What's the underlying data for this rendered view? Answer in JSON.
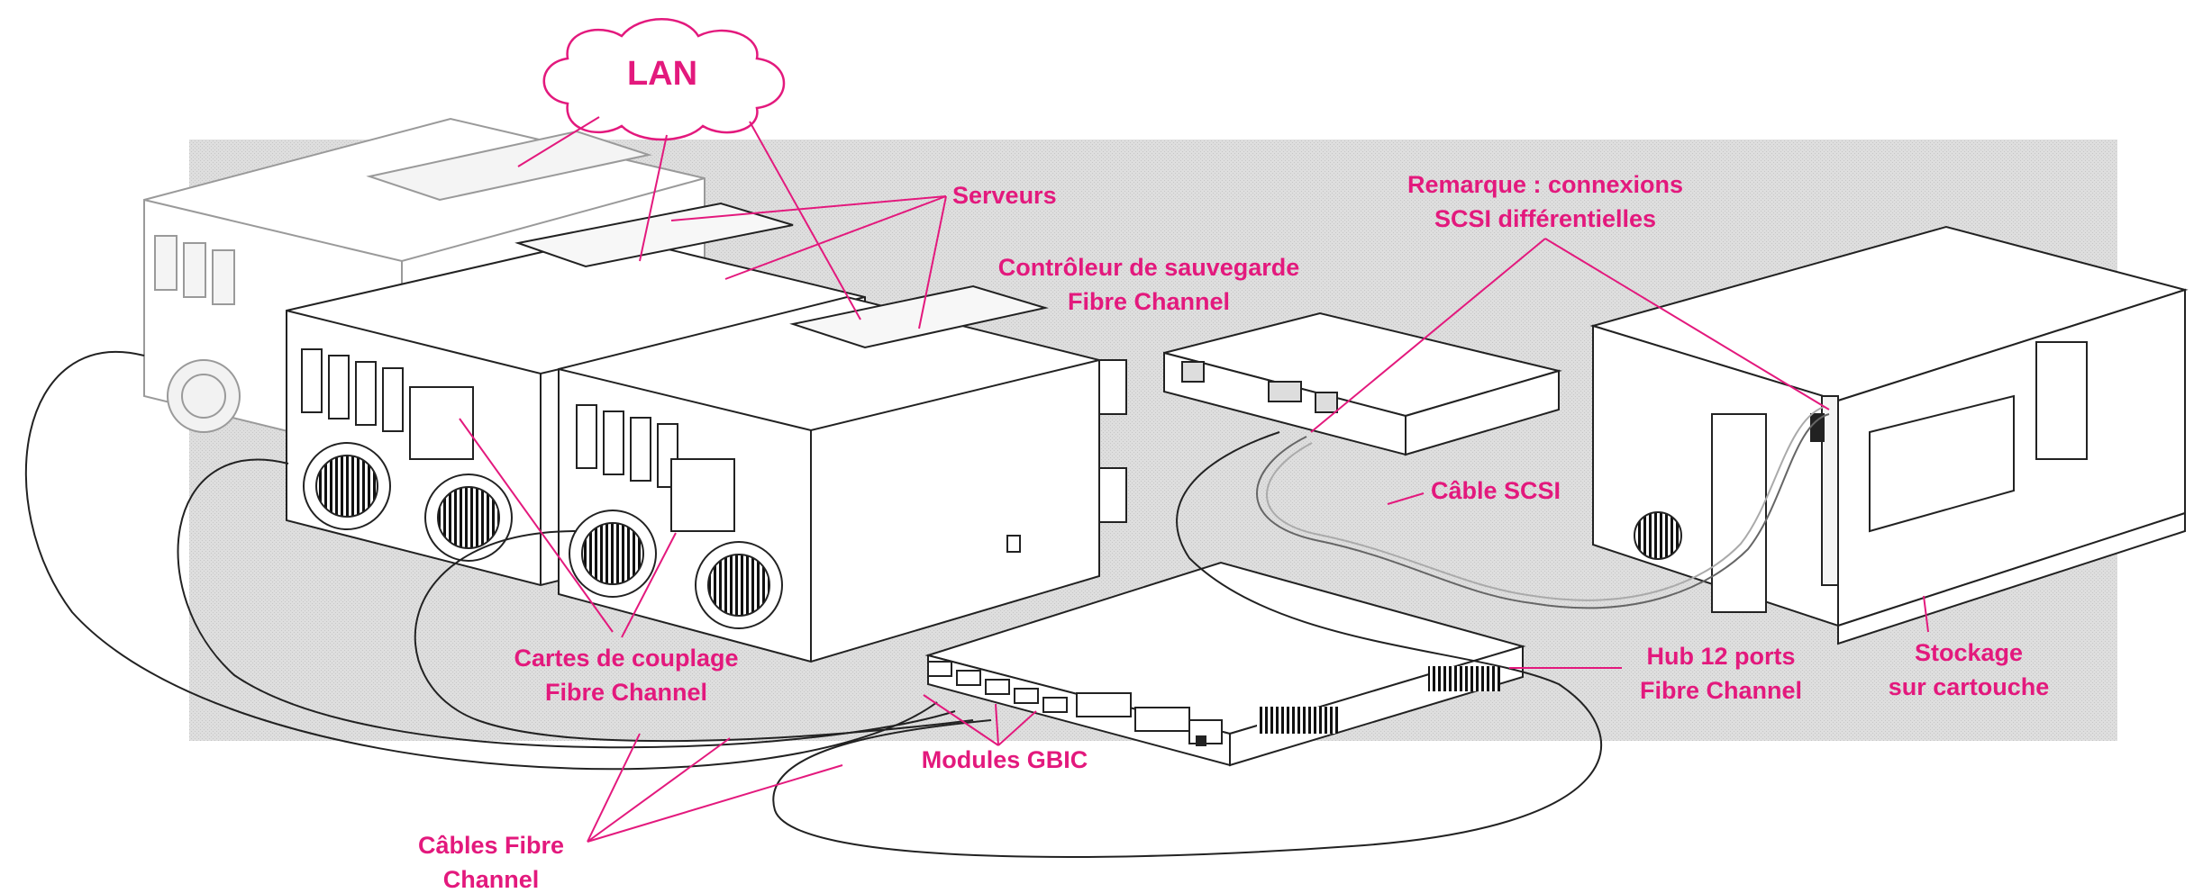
{
  "labels": {
    "lan": "LAN",
    "servers": "Serveurs",
    "note_line1": "Remarque : connexions",
    "note_line2": "SCSI différentielles",
    "backup_controller_line1": "Contrôleur de sauvegarde",
    "backup_controller_line2": "Fibre Channel",
    "scsi_cable": "Câble SCSI",
    "adapter_cards_line1": "Cartes de couplage",
    "adapter_cards_line2": "Fibre Channel",
    "hub_line1": "Hub 12 ports",
    "hub_line2": "Fibre Channel",
    "tape_storage_line1": "Stockage",
    "tape_storage_line2": "sur cartouche",
    "gbic_modules": "Modules GBIC",
    "fc_cables_line1": "Câbles Fibre",
    "fc_cables_line2": "Channel"
  },
  "colors": {
    "label": "#e3197d",
    "background_panel": "#dcdcdc",
    "hardware_stroke": "#222222",
    "hardware_fill": "#ffffff",
    "ghost_stroke": "#9a9a9a"
  }
}
